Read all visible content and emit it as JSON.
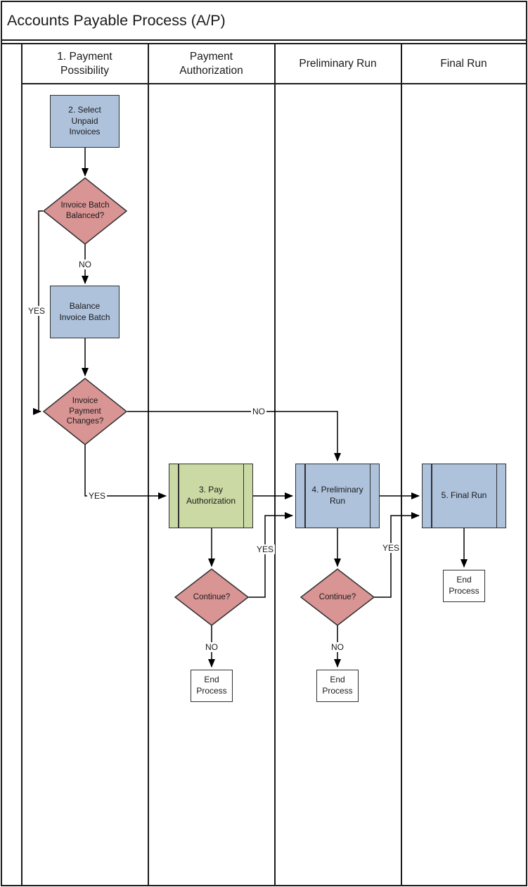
{
  "title": "Accounts Payable Process (A/P)",
  "lanes": [
    {
      "label": "1. Payment\nPossibility"
    },
    {
      "label": "Payment\nAuthorization"
    },
    {
      "label": "Preliminary Run"
    },
    {
      "label": "Final Run"
    }
  ],
  "nodes": {
    "select_invoices": {
      "label": "2. Select\nUnpaid\nInvoices",
      "type": "process"
    },
    "batch_balanced": {
      "label": "Invoice Batch\nBalanced?",
      "type": "decision"
    },
    "balance_batch": {
      "label": "Balance\nInvoice Batch",
      "type": "process"
    },
    "payment_changes": {
      "label": "Invoice\nPayment\nChanges?",
      "type": "decision"
    },
    "pay_authorization": {
      "label": "3. Pay\nAuthorization",
      "type": "subprocess"
    },
    "preliminary_run": {
      "label": "4. Preliminary\nRun",
      "type": "subprocess"
    },
    "final_run": {
      "label": "5. Final Run",
      "type": "subprocess"
    },
    "continue_preliminary": {
      "label": "Continue?",
      "type": "decision"
    },
    "continue_final": {
      "label": "Continue?",
      "type": "decision"
    },
    "end_process_1": {
      "label": "End\nProcess",
      "type": "terminator"
    },
    "end_process_2": {
      "label": "End\nProcess",
      "type": "terminator"
    },
    "end_process_3": {
      "label": "End\nProcess",
      "type": "terminator"
    }
  },
  "edge_labels": {
    "batch_no": "NO",
    "batch_yes": "YES",
    "changes_no": "NO",
    "changes_yes": "YES",
    "continue_preliminary_yes": "YES",
    "continue_preliminary_no": "NO",
    "continue_final_yes": "YES",
    "continue_final_no": "NO"
  },
  "colors": {
    "process_fill": "#aec2dc",
    "subprocess_green_fill": "#cbd9a4",
    "decision_fill": "#d99494",
    "terminator_fill": "#ffffff",
    "shape_border": "#303030",
    "line": "#000000"
  }
}
